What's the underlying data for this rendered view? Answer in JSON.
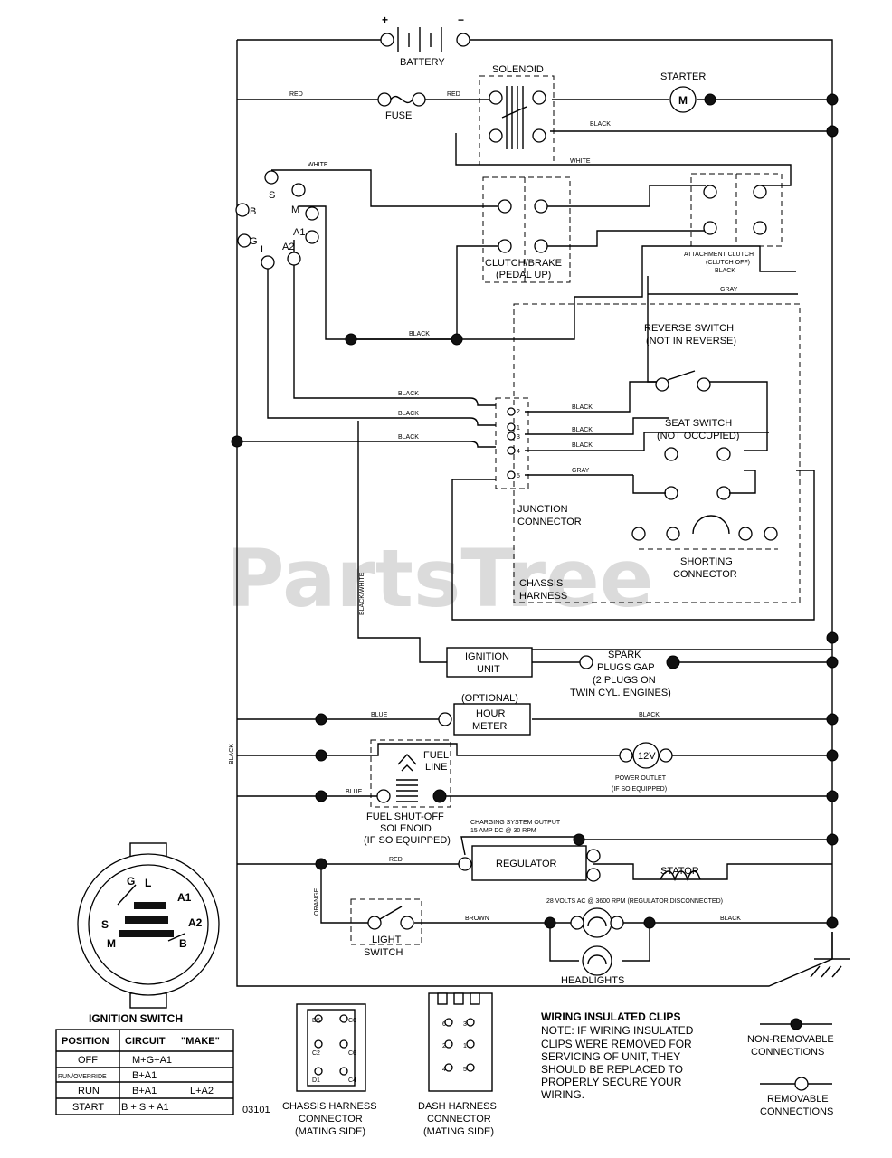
{
  "watermark": "PartsTree",
  "diagram_code": "03101",
  "components": {
    "battery": "BATTERY",
    "battery_plus": "+",
    "battery_minus": "−",
    "solenoid": "SOLENOID",
    "starter": "STARTER",
    "starter_symbol": "M",
    "fuse": "FUSE",
    "clutch_brake": [
      "CLUTCH/BRAKE",
      "(PEDAL UP)"
    ],
    "attachment_clutch": [
      "ATTACHMENT CLUTCH",
      "(CLUTCH OFF)"
    ],
    "reverse_switch": [
      "REVERSE SWITCH",
      "(NOT IN REVERSE)"
    ],
    "seat_switch": [
      "SEAT SWITCH",
      "(NOT OCCUPIED)"
    ],
    "junction_connector": [
      "JUNCTION",
      "CONNECTOR"
    ],
    "shorting_connector": [
      "SHORTING",
      "CONNECTOR"
    ],
    "chassis_harness": [
      "CHASSIS",
      "HARNESS"
    ],
    "ignition_unit": [
      "IGNITION",
      "UNIT"
    ],
    "spark_plugs": [
      "SPARK",
      "PLUGS GAP",
      "(2 PLUGS ON",
      "TWIN CYL. ENGINES)"
    ],
    "hour_meter_optional": "(OPTIONAL)",
    "hour_meter": [
      "HOUR",
      "METER"
    ],
    "fuel_line": [
      "FUEL",
      "LINE"
    ],
    "power_outlet_symbol": "12V",
    "power_outlet": [
      "POWER OUTLET",
      "(IF SO EQUIPPED)"
    ],
    "fuel_solenoid": [
      "FUEL SHUT-OFF",
      "SOLENOID",
      "(IF SO EQUIPPED)"
    ],
    "charging_output": [
      "CHARGING SYSTEM OUTPUT",
      "15 AMP DC @ 30 RPM"
    ],
    "regulator": "REGULATOR",
    "stator": "STATOR",
    "stator_spec": "28 VOLTS AC @ 3600 RPM (REGULATOR DISCONNECTED)",
    "light_switch": [
      "LIGHT",
      "SWITCH"
    ],
    "headlights": "HEADLIGHTS"
  },
  "wire_labels": {
    "red": "RED",
    "black": "BLACK",
    "white": "WHITE",
    "gray": "GRAY",
    "blue": "BLUE",
    "orange": "ORANGE",
    "brown": "BROWN",
    "black_white": "BLACK/WHITE"
  },
  "ignition_terminals": [
    "S",
    "M",
    "A1",
    "A2",
    "I",
    "G",
    "B"
  ],
  "junction_pins": [
    "2",
    "1",
    "3",
    "4",
    "5"
  ],
  "ignition_switch": {
    "title": "IGNITION SWITCH",
    "face_labels": [
      "G",
      "L",
      "A1",
      "S",
      "A2",
      "M",
      "B"
    ],
    "table": {
      "headers": [
        "POSITION",
        "CIRCUIT",
        "\"MAKE\""
      ],
      "rows": [
        {
          "position": "OFF",
          "circuit": "M+G+A1",
          "extra": ""
        },
        {
          "position": "RUN/OVERRIDE",
          "circuit": "B+A1",
          "extra": ""
        },
        {
          "position": "RUN",
          "circuit": "B+A1",
          "extra": "L+A2"
        },
        {
          "position": "START",
          "circuit": "B + S + A1",
          "extra": ""
        }
      ]
    }
  },
  "connectors": {
    "chassis": {
      "caption": [
        "CHASSIS HARNESS",
        "CONNECTOR",
        "(MATING SIDE)"
      ],
      "pins": [
        "D5",
        "C6",
        "C2",
        "C6",
        "D1",
        "C4"
      ]
    },
    "dash": {
      "caption": [
        "DASH HARNESS",
        "CONNECTOR",
        "(MATING SIDE)"
      ],
      "pins": [
        "6",
        "3",
        "2",
        "1",
        "4",
        "5"
      ]
    }
  },
  "notes": {
    "title": "WIRING INSULATED CLIPS",
    "lines": [
      "NOTE: IF WIRING INSULATED",
      "CLIPS WERE REMOVED FOR",
      "SERVICING OF UNIT, THEY",
      "SHOULD BE REPLACED TO",
      "PROPERLY SECURE YOUR",
      "WIRING."
    ]
  },
  "legend": {
    "non_removable": [
      "NON-REMOVABLE",
      "CONNECTIONS"
    ],
    "removable": [
      "REMOVABLE",
      "CONNECTIONS"
    ]
  }
}
